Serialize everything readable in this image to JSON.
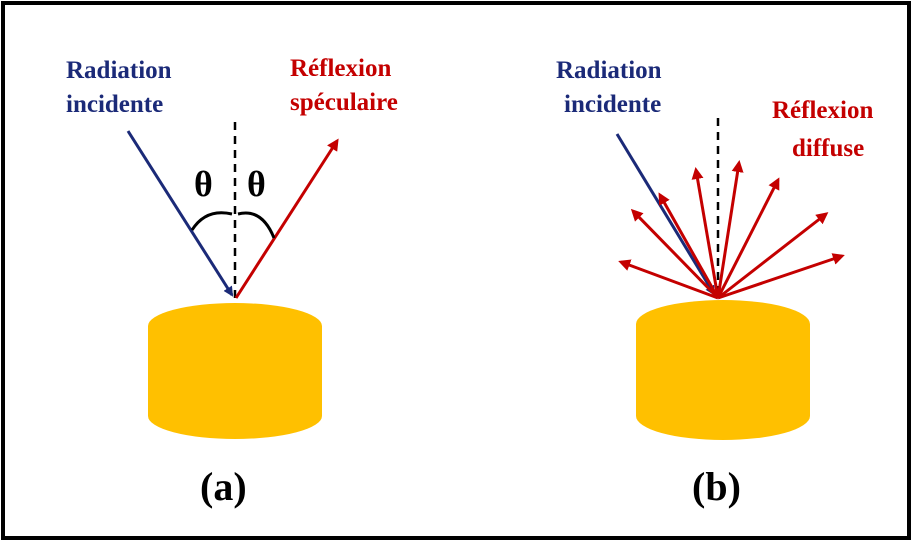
{
  "panel_a": {
    "incident_line1": "Radiation",
    "incident_line2": "incidente",
    "reflection_line1": "Réflexion",
    "reflection_line2": "spéculaire",
    "angle_left": "θ",
    "angle_right": "θ",
    "caption": "(a)"
  },
  "panel_b": {
    "incident_line1": "Radiation",
    "incident_line2": "incidente",
    "reflection_line1": "Réflexion",
    "reflection_line2": "diffuse",
    "caption": "(b)"
  },
  "colors": {
    "incident": "#1b2a78",
    "reflection": "#c40000",
    "surface": "#ffc000",
    "frame": "#000000"
  }
}
